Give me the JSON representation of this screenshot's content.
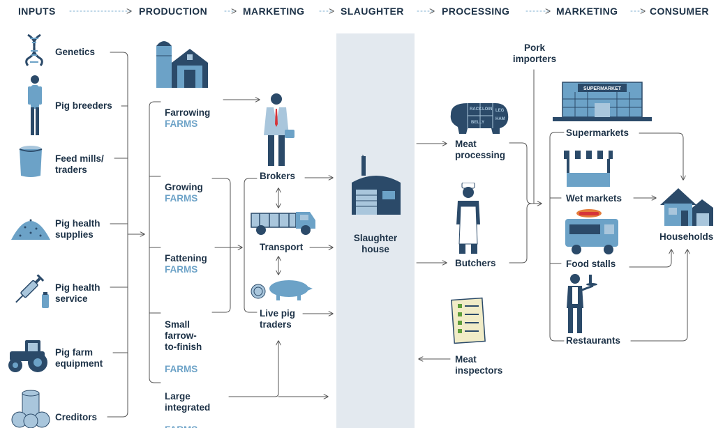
{
  "header": {
    "stages": [
      "INPUTS",
      "PRODUCTION",
      "MARKETING",
      "SLAUGHTER",
      "PROCESSING",
      "MARKETING",
      "CONSUMER"
    ]
  },
  "inputs": {
    "genetics": "Genetics",
    "pig_breeders": "Pig breeders",
    "feed_mills": "Feed mills/\ntraders",
    "pig_health_supplies": "Pig health\nsupplies",
    "pig_health_service": "Pig health\nservice",
    "pig_farm_equipment": "Pig farm\nequipment",
    "creditors": "Creditors"
  },
  "production": {
    "farms_word": "FARMS",
    "farrowing": "Farrowing",
    "growing": "Growing",
    "fattening": "Fattening",
    "small_farrow": "Small\nfarrow-\nto-finish",
    "large_integrated": "Large\nintegrated"
  },
  "marketing": {
    "brokers": "Brokers",
    "transport": "Transport",
    "live_pig_traders": "Live pig\ntraders"
  },
  "slaughter": {
    "slaughter_house": "Slaughter\nhouse"
  },
  "processing": {
    "meat_processing": "Meat\nprocessing",
    "butchers": "Butchers",
    "meat_inspectors": "Meat\ninspectors",
    "pork_importers": "Pork\nimporters",
    "meat_cuts": [
      "RACK",
      "LOIN",
      "LEG",
      "HAM",
      "BELLY"
    ]
  },
  "retail": {
    "supermarkets": "Supermarkets",
    "supermarket_sign": "SUPERMARKET",
    "wet_markets": "Wet markets",
    "food_stalls": "Food stalls",
    "restaurants": "Restaurants"
  },
  "consumer": {
    "households": "Households"
  },
  "colors": {
    "navy": "#1d3247",
    "blue": "#6ca2c7",
    "light_blue": "#a9c6dc",
    "band": "#e3e9ef",
    "line": "#555555",
    "red": "#d6343a"
  }
}
